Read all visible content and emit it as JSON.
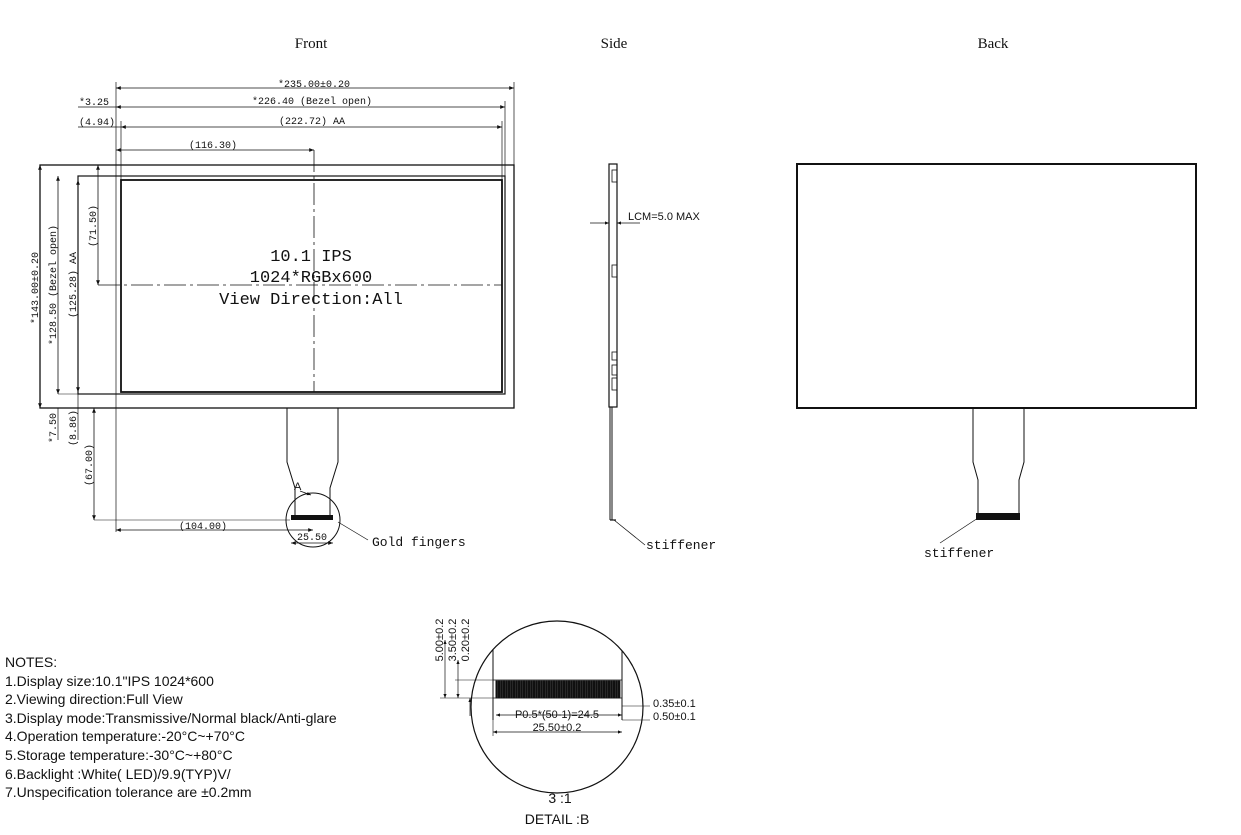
{
  "views": {
    "front": "Front",
    "side": "Side",
    "back": "Back"
  },
  "front": {
    "dim_total_width": "*235.00±0.20",
    "dim_left_bezel": "*3.25",
    "dim_bezel_open_w": "*226.40 (Bezel open)",
    "dim_aa_offset": "(4.94)",
    "dim_aa_w": "(222.72) AA",
    "dim_center_x": "(116.30)",
    "dim_total_height": "*143.00±0.20",
    "dim_bezel_open_h": "*128.50 (Bezel open)",
    "dim_aa_h": "(125.28) AA",
    "dim_center_y": "(71.50)",
    "dim_bottom_bezel": "*7.50",
    "dim_aa_bottom": "(8.86)",
    "dim_fpc_length": "(67.00)",
    "dim_fpc_pos": "(104.00)",
    "dim_finger_w": "25.50",
    "detail_ref": "A",
    "gold_fingers": "Gold fingers",
    "panel_line1": "10.1 IPS",
    "panel_line2": "1024*RGBx600",
    "panel_line3": "View Direction:All"
  },
  "side": {
    "lcm": "LCM=5.0 MAX",
    "stiffener": "stiffener"
  },
  "back": {
    "stiffener": "stiffener"
  },
  "detail": {
    "dim_a": "5.00±0.2",
    "dim_b": "3.50±0.2",
    "dim_c": "0.20±0.2",
    "dim_d": "0.35±0.1",
    "dim_e": "0.50±0.1",
    "pitch": "P0.5*(50-1)=24.5",
    "width": "25.50±0.2",
    "scale": "3 :1",
    "title": "DETAIL :B"
  },
  "notes": [
    "NOTES:",
    "1.Display size:10.1\"IPS 1024*600",
    "2.Viewing direction:Full View",
    "3.Display mode:Transmissive/Normal black/Anti-glare",
    "4.Operation temperature:-20°C~+70°C",
    "5.Storage temperature:-30°C~+80°C",
    "6.Backlight :White( LED)/9.9(TYP)V/",
    "7.Unspecification tolerance are ±0.2mm"
  ]
}
